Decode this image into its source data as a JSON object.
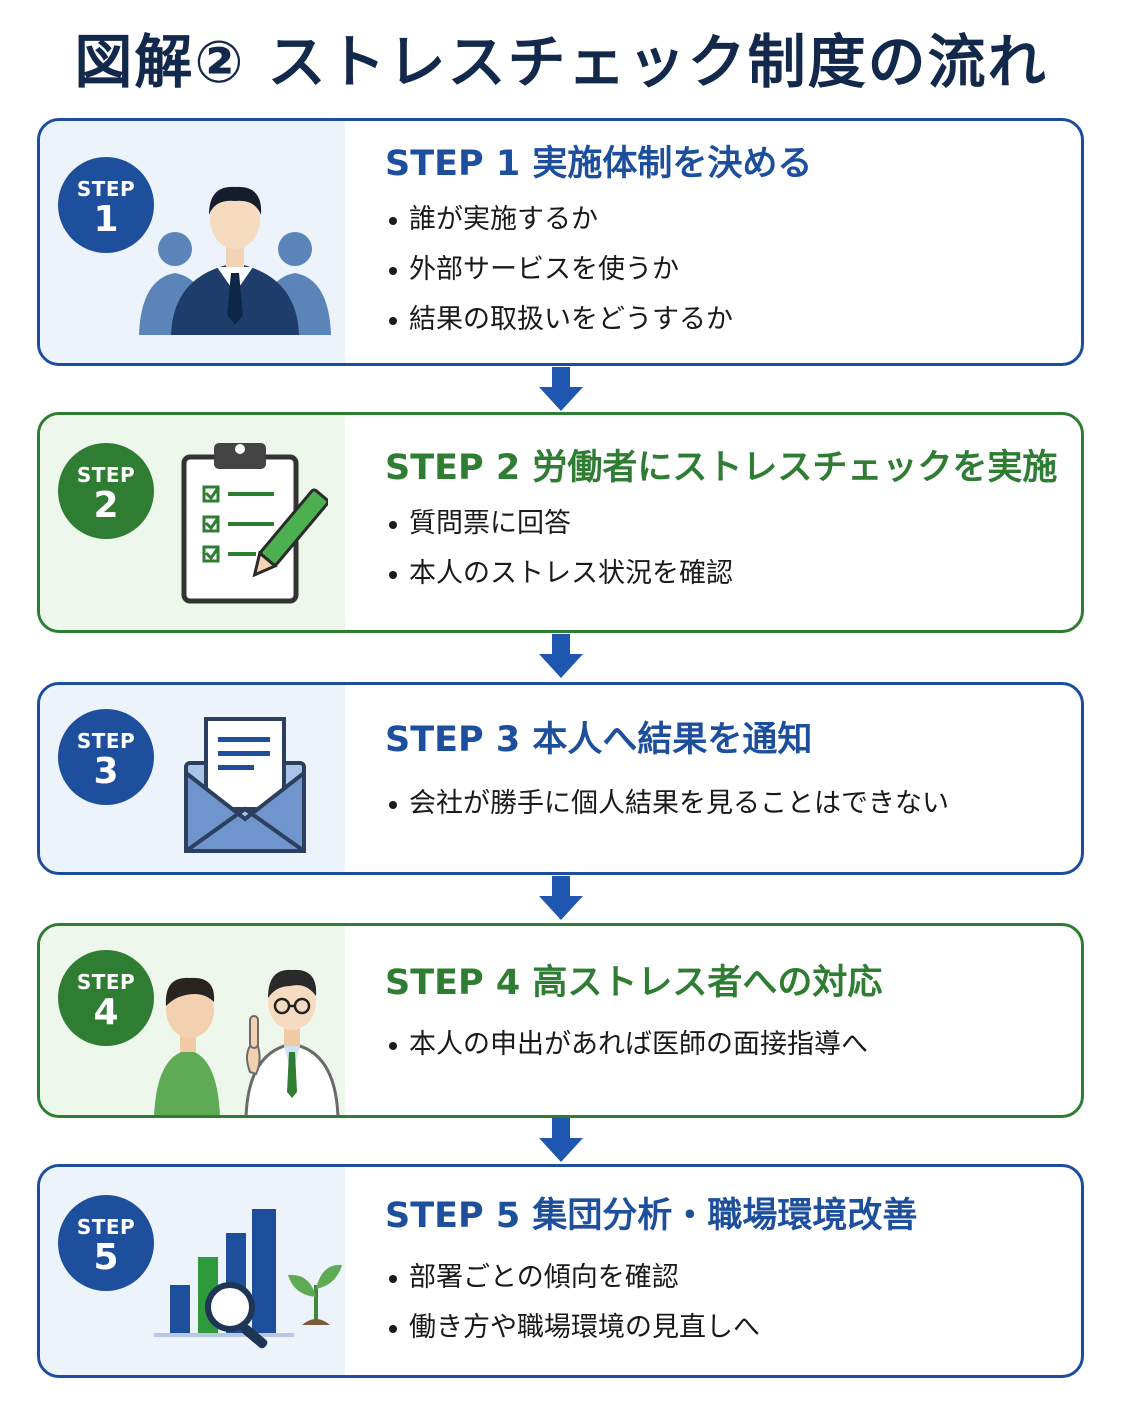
{
  "title": "図解② ストレスチェック制度の流れ",
  "colors": {
    "blue": "#1e4f9c",
    "green": "#2e7d32",
    "title": "#13294b"
  },
  "steps": [
    {
      "badge_word": "STEP",
      "badge_num": "1",
      "heading": "STEP 1 実施体制を決める",
      "bullets": [
        "誰が実施するか",
        "外部サービスを使うか",
        "結果の取扱いをどうするか"
      ],
      "icon": "business-team-icon",
      "theme": "blue"
    },
    {
      "badge_word": "STEP",
      "badge_num": "2",
      "heading": "STEP 2 労働者にストレスチェックを実施",
      "bullets": [
        "質問票に回答",
        "本人のストレス状況を確認"
      ],
      "icon": "clipboard-checklist-icon",
      "theme": "green"
    },
    {
      "badge_word": "STEP",
      "badge_num": "3",
      "heading": "STEP 3 本人へ結果を通知",
      "bullets": [
        "会社が勝手に個人結果を見ることはできない"
      ],
      "icon": "envelope-letter-icon",
      "theme": "blue"
    },
    {
      "badge_word": "STEP",
      "badge_num": "4",
      "heading": "STEP 4 高ストレス者への対応",
      "bullets": [
        "本人の申出があれば医師の面接指導へ"
      ],
      "icon": "doctor-consultation-icon",
      "theme": "green"
    },
    {
      "badge_word": "STEP",
      "badge_num": "5",
      "heading": "STEP 5 集団分析・職場環境改善",
      "bullets": [
        "部署ごとの傾向を確認",
        "働き方や職場環境の見直しへ"
      ],
      "icon": "bar-chart-magnifier-icon",
      "theme": "blue"
    }
  ]
}
